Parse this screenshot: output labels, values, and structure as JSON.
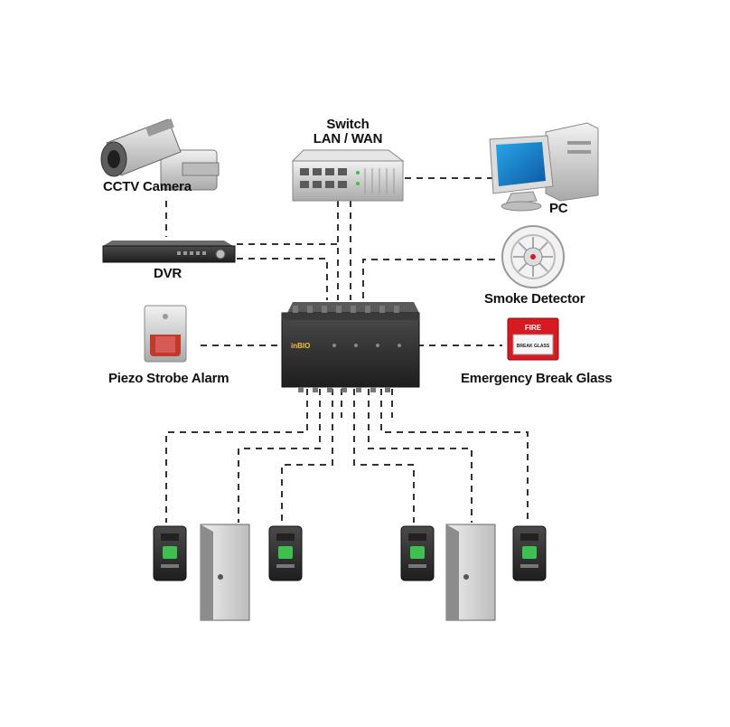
{
  "labels": {
    "switch_line1": "Switch",
    "switch_line2": "LAN / WAN",
    "cctv": "CCTV Camera",
    "pc": "PC",
    "dvr": "DVR",
    "smoke": "Smoke Detector",
    "piezo": "Piezo Strobe Alarm",
    "break_glass": "Emergency Break Glass",
    "controller_brand": "inBIO",
    "fire": "FIRE",
    "break_glass_plate": "BREAK GLASS"
  },
  "icons": {
    "cctv": "cctv-camera-icon",
    "switch": "network-switch-icon",
    "pc": "desktop-pc-icon",
    "dvr": "dvr-recorder-icon",
    "smoke": "smoke-detector-icon",
    "piezo": "strobe-alarm-icon",
    "break_glass": "break-glass-icon",
    "controller": "access-controller-icon",
    "reader": "fingerprint-reader-icon",
    "door": "door-icon"
  },
  "colors": {
    "controller": "#2f2f2f",
    "fire_red": "#d61a1f",
    "reader_green": "#3fbf4f",
    "wire": "#333333"
  }
}
